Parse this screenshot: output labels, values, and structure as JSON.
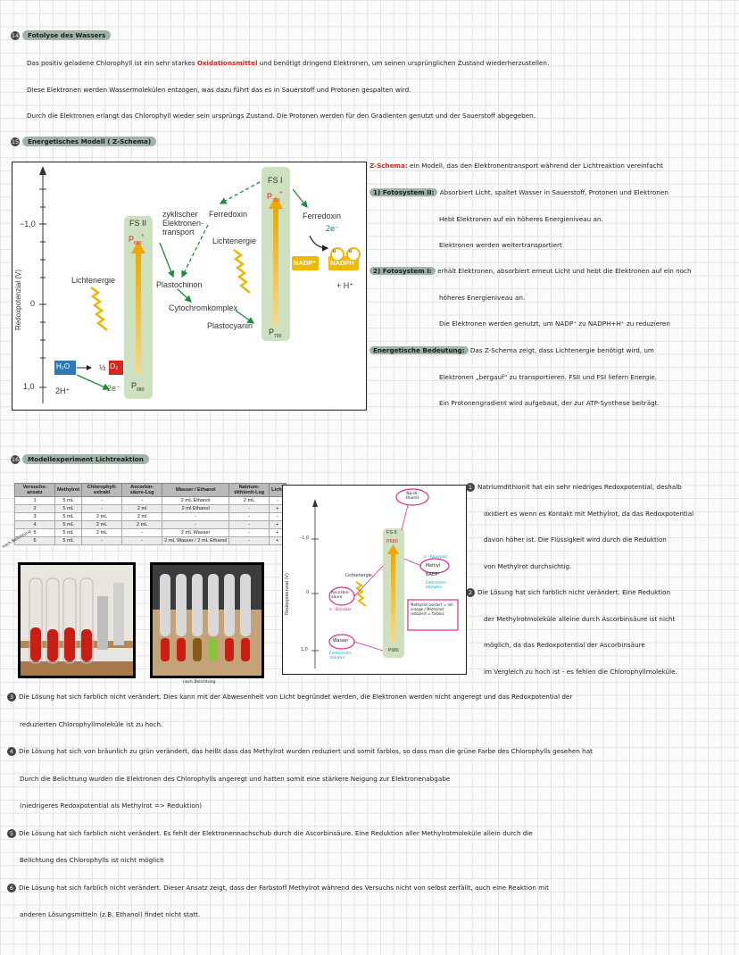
{
  "s14": {
    "num": "14",
    "title": "Fotolyse des Wassers",
    "line1_a": "Das positiv geladene Chlorophyll ist ein sehr starkes ",
    "line1_red": "Oxidationsmittel",
    "line1_b": " und benötigt dringend Elektronen, um seinen ursprünglichen Zustand wiederherzustellen.",
    "line2": "Diese Elektronen werden Wassermolekülen entzogen, was dazu führt das es in  Sauerstoff und Protonen gespalten wird.",
    "line3": "Durch die Elektronen erlangt das Chlorophyll wieder sein ursprüngs Zustand. Die Protonen werden für den Gradienten genutzt und der Sauerstoff abgegeben."
  },
  "s15": {
    "num": "15",
    "title": "Energetisches Modell ( Z-Schema)",
    "diagram": {
      "y_axis_label": "Redoxpotenzial (V)",
      "ticks": [
        "−1,0",
        "0",
        "1,0"
      ],
      "ps1": "FS I",
      "ps2": "FS II",
      "p700": "P",
      "p700_sub": "700",
      "p680": "P",
      "p680_sub": "680",
      "star": "*",
      "zyklisch": "zyklischer",
      "elektronen": "Elektronen-",
      "transport": "transport",
      "ferredoxin1": "Ferredoxin",
      "ferredoxin2": "Ferredoxin",
      "lichtenergie1": "Lichtenergie",
      "lichtenergie2": "Lichtenergie",
      "plastochinon": "Plastochinon",
      "cytochrom": "Cytochromkomplex",
      "plastocyanin": "Plastocyanin",
      "twoe": "2e⁻",
      "twoe2": "2e⁻",
      "e_minus": "e⁻",
      "nadp": "NADP⁺",
      "nadph": "NADPH",
      "hplus": "+ H⁺",
      "h2o": "H₂O",
      "half": "½",
      "o2": "O₂",
      "twoh": "2H⁺"
    },
    "notes": [
      {
        "key": "Z-Schema:",
        "text": " ein Modell, das den Elektronentransport während der Lichtreaktion vereinfacht"
      },
      {
        "key": "1) Fotosystem II:",
        "text": " Absorbiert Licht, spaltet Wasser in Sauerstoff, Protonen und Elektronen"
      },
      {
        "key": "",
        "text": "Hebt Elektronen auf ein höheres Energieniveau an."
      },
      {
        "key": "",
        "text": "Elektronen werden weitertransportiert"
      },
      {
        "key": "2) Fotosystem I:",
        "text": " erhält Elektronen, absorbiert erneut Licht und hebt die Elektronen auf ein noch"
      },
      {
        "key": "",
        "text": "höheres Energieniveau an."
      },
      {
        "key": "",
        "text": "Die Elektronen werden genutzt, um NADP⁺ zu NADPH+H⁺ zu reduzieren"
      },
      {
        "key": "Energetische Bedeutung:",
        "text": " Das Z-Schema zeigt, dass Lichtenergie benötigt wird, um"
      },
      {
        "key": "",
        "text": "Elektronen „bergauf“ zu transportieren. FSII und FSI liefern Energie."
      },
      {
        "key": "",
        "text": "Ein Protonengradient wird aufgebaut, der zur ATP-Synthese beiträgt."
      }
    ]
  },
  "s16": {
    "num": "16",
    "title": "Modellexperiment Lichtreaktion",
    "table": {
      "headers": [
        "Versuchs-ansatz",
        "Methylrot",
        "Chlorophyll-extrakt",
        "Ascorbin-säure-Lsg",
        "Wasser / Ethanol",
        "Natrium-dithionit-Lsg",
        "Licht"
      ],
      "rows": [
        [
          "1",
          "5 mL",
          "-",
          "-",
          "2 mL Ethanol",
          "2 mL",
          "-"
        ],
        [
          "2",
          "5 mL",
          "-",
          "2 ml",
          "2 ml Ethanol",
          "-",
          "+"
        ],
        [
          "3",
          "5 mL",
          "2 mL",
          "2 ml",
          "-",
          "-",
          "-"
        ],
        [
          "4",
          "5 mL",
          "2 mL",
          "2 mL",
          "-",
          "-",
          "+"
        ],
        [
          "5",
          "5 mL",
          "2 mL",
          "-",
          "2 mL Wasser",
          "-",
          "+"
        ],
        [
          "6",
          "5 mL",
          "-",
          "-",
          "2 mL Wasser / 2 mL Ethanol",
          "-",
          "+"
        ]
      ]
    },
    "side_label": "nach Belichtung",
    "photo_caption": "nach Belichtung",
    "diagram2": {
      "y_axis_label": "Redoxpotenzial (V)",
      "ticks": [
        "−1,0",
        "0",
        "1,0"
      ],
      "fs2": "FS II",
      "p680": "P680",
      "licht": "Lichtenergie",
      "dithionit": "Na-di-thionit",
      "ascorbin": "Ascorbin-säure",
      "edonator": "e⁻-Donator",
      "wasser": "Wasser",
      "elektronendonator": "Elektronen-donator",
      "methylrot": "Methyl",
      "nadp": "NADP⁺",
      "akzeptor": "Elektronen-akzeptor",
      "e_acceptor": "e⁻-Akzeptor",
      "box_note": "Methylrot oxidiert = rot-orange / Methylrot reduziert = farblos"
    },
    "notes_right": [
      {
        "n": "1",
        "text": "Natriumdithionit hat ein sehr niedriges Redoxpotential, deshalb"
      },
      {
        "n": "",
        "text": "oxidiert es wenn es Kontakt mit Methylrot, da das Redoxpotential"
      },
      {
        "n": "",
        "text": "davon höher ist. Die Flüssigkeit wird durch die Reduktion"
      },
      {
        "n": "",
        "text": "von Methylrot durchsichtig."
      },
      {
        "n": "2",
        "text": "Die Lösung hat sich farblich nicht verändert. Eine Reduktion"
      },
      {
        "n": "",
        "text": "der Methylrotmoleküle alleine durch Ascorbinsäure ist nicht"
      },
      {
        "n": "",
        "text": "möglich, da das Redoxpotential der Ascorbinsäure"
      },
      {
        "n": "",
        "text": "im Vergleich zu hoch ist - es fehlen die Chlorophyllmoleküle."
      }
    ],
    "notes_bottom": [
      {
        "n": "3",
        "text": "Die Lösung hat sich farblich nicht verändert. Dies kann mit der Abwesenheit von Licht begründet werden, die Elektronen werden nicht angeregt und das Redoxpotential der"
      },
      {
        "n": "",
        "text": "reduzierten Chlorophyllmoleküle ist zu hoch."
      },
      {
        "n": "4",
        "text": "Die Lösung hat sich von bräunlich zu grün verändert, das heißt dass das Methylrot wurden reduziert und somit farblos, so dass man die grüne Farbe des Chlorophylls gesehen hat"
      },
      {
        "n": "",
        "text": "Durch die Belichtung wurden die Elektronen des Chlorophylls angeregt und hatten somit eine stärkere Neigung zur Elektronenabgabe"
      },
      {
        "n": "",
        "text": "(niedrigeres Redoxpotential als Methylrot => Reduktion)"
      },
      {
        "n": "5",
        "text": "Die Lösung hat sich farblich nicht verändert. Es fehlt der Elektronennachschub durch die Ascorbinsäure. Eine Reduktion aller Methylrotmoleküle allein durch die"
      },
      {
        "n": "",
        "text": "Belichtung des Chlorophylls ist nicht möglich"
      },
      {
        "n": "6",
        "text": "Die Lösung hat sich farblich nicht verändert. Dieser Ansatz zeigt, dass der Farbstoff Methylrot während des Versuchs nicht von selbst zerfällt, auch eine Reaktion mit"
      },
      {
        "n": "",
        "text": "anderen Lösungsmitteln (z.B. Ethanol) findet nicht statt."
      }
    ]
  },
  "colors": {
    "highlight": "#9fb3a6",
    "red": "#d8261f",
    "green_band": "#cde0bf",
    "gold": "#f0b800",
    "blue": "#2f79b8"
  }
}
